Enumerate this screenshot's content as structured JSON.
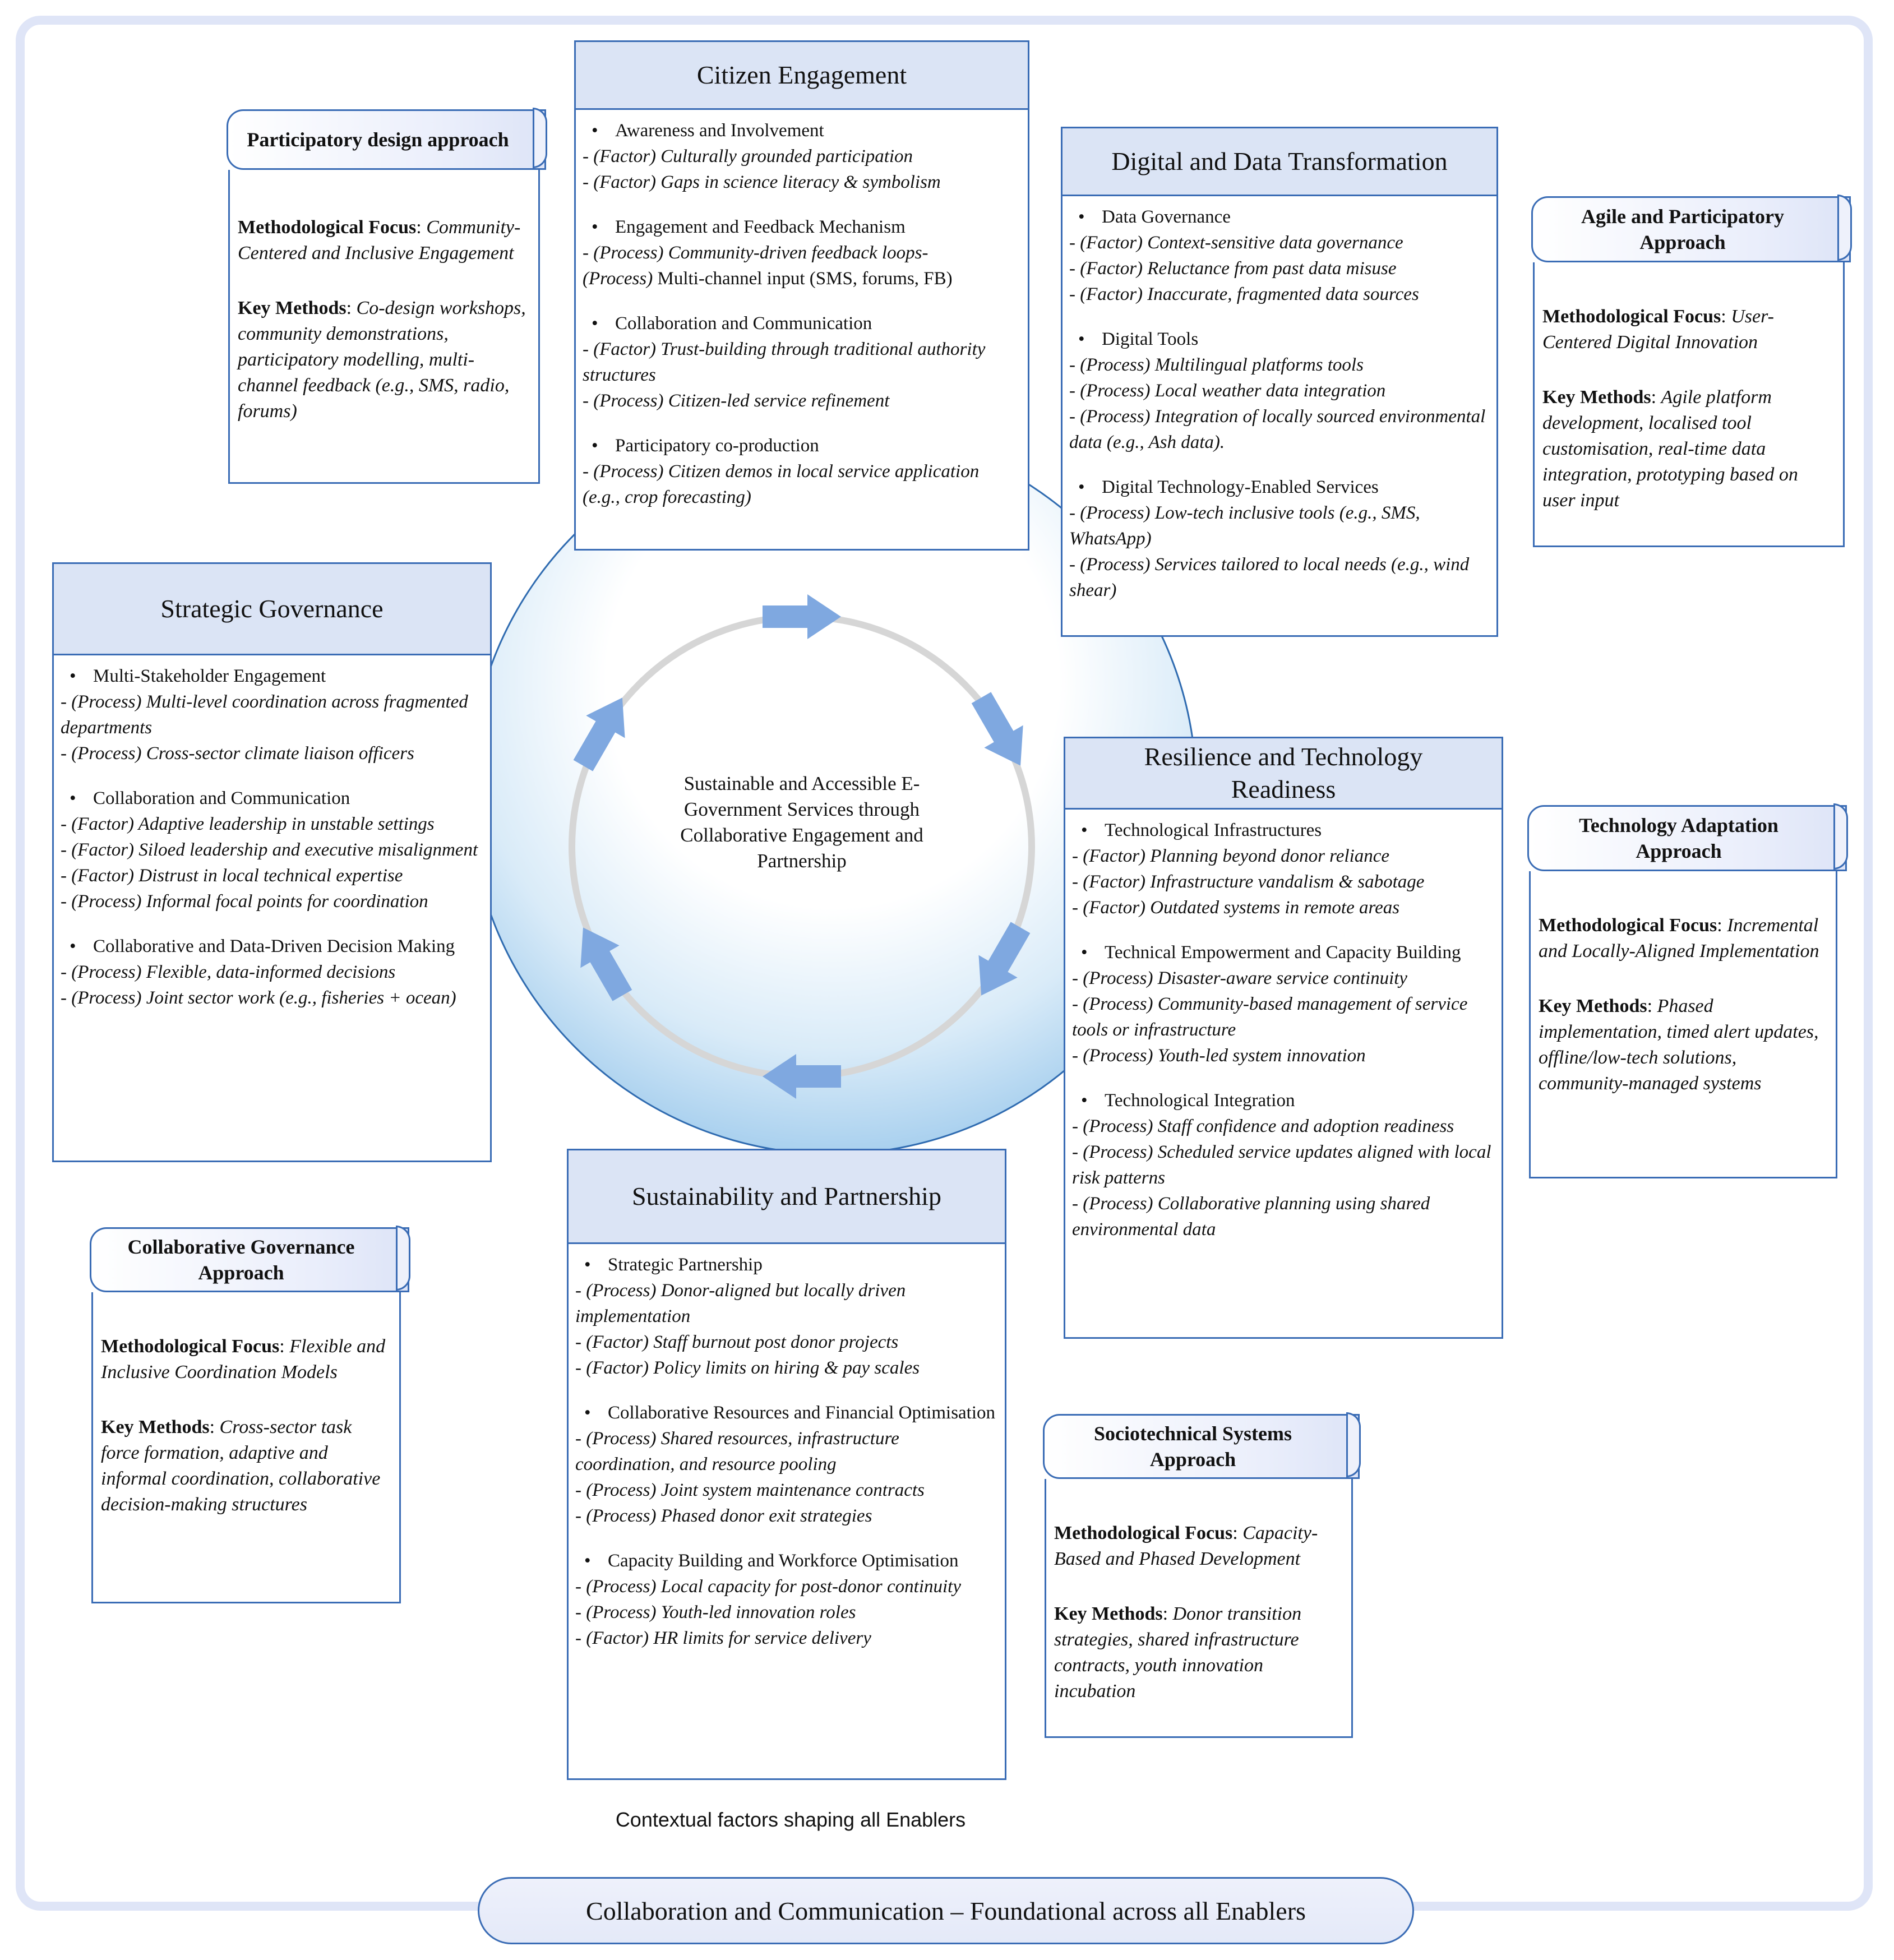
{
  "center_text": "Sustainable and Accessible E-Government Services through Collaborative Engagement and Partnership",
  "context_label": "Contextual factors shaping all Enablers",
  "foundation_label": "Collaboration and Communication – Foundational across all Enablers",
  "enablers": {
    "citizen": {
      "title": "Citizen Engagement",
      "sections": [
        {
          "cat": "Awareness and Involvement",
          "lines": [
            "- (Factor) Culturally grounded participation",
            "- (Factor) Gaps in science literacy & symbolism"
          ]
        },
        {
          "cat": "Engagement and Feedback Mechanism",
          "lines": [
            "- (Process) Community-driven feedback loops-",
            "(Process)",
            " Multi-channel input (SMS, forums, FB)"
          ]
        },
        {
          "cat": "Collaboration and Communication",
          "lines": [
            "- (Factor) Trust-building through traditional authority structures",
            "- (Process) Citizen-led service refinement"
          ]
        },
        {
          "cat": "Participatory co-production",
          "lines": [
            "- (Process) Citizen demos in local service application (e.g., crop forecasting)"
          ]
        }
      ]
    },
    "digital": {
      "title": "Digital and Data Transformation",
      "sections": [
        {
          "cat": "Data Governance",
          "lines": [
            "- (Factor) Context-sensitive data governance",
            "- (Factor) Reluctance from past data misuse",
            "- (Factor) Inaccurate, fragmented data sources"
          ]
        },
        {
          "cat": "Digital Tools",
          "lines": [
            "- (Process) Multilingual platforms tools",
            "- (Process) Local weather data integration",
            "- (Process) Integration of locally sourced environmental data (e.g., Ash data)."
          ]
        },
        {
          "cat": "Digital Technology-Enabled Services",
          "lines": [
            "- (Process) Low-tech inclusive tools (e.g., SMS, WhatsApp)",
            "- (Process) Services tailored to local needs (e.g., wind shear)"
          ]
        }
      ]
    },
    "strategic": {
      "title": "Strategic Governance",
      "sections": [
        {
          "cat": "Multi-Stakeholder Engagement",
          "lines": [
            "- (Process) Multi-level coordination across fragmented departments",
            "- (Process) Cross-sector climate liaison officers"
          ]
        },
        {
          "cat": "Collaboration and Communication",
          "lines": [
            "- (Factor) Adaptive leadership in unstable settings",
            "- (Factor) Siloed leadership and executive misalignment",
            "- (Factor) Distrust in local technical expertise",
            "- (Process) Informal focal points for coordination"
          ]
        },
        {
          "cat": "Collaborative and Data-Driven Decision Making",
          "lines": [
            "- (Process) Flexible, data-informed decisions",
            "- (Process) Joint sector work (e.g., fisheries + ocean)"
          ]
        }
      ]
    },
    "resilience": {
      "title": "Resilience and Technology Readiness",
      "sections": [
        {
          "cat": "Technological Infrastructures",
          "lines": [
            "- (Factor) Planning beyond donor reliance",
            "- (Factor) Infrastructure vandalism & sabotage",
            "- (Factor) Outdated systems in remote areas"
          ]
        },
        {
          "cat": "Technical Empowerment and Capacity Building",
          "lines": [
            "- (Process) Disaster-aware service continuity",
            "- (Process) Community-based management of service tools or infrastructure",
            "- (Process) Youth-led system innovation"
          ]
        },
        {
          "cat": "Technological Integration",
          "lines": [
            "- (Process) Staff confidence and adoption readiness",
            "- (Process) Scheduled service updates aligned with local risk patterns",
            "- (Process) Collaborative planning using shared environmental data"
          ]
        }
      ]
    },
    "sustain": {
      "title": "Sustainability and Partnership",
      "sections": [
        {
          "cat": "Strategic Partnership",
          "lines": [
            "- (Process) Donor-aligned but locally driven implementation",
            "- (Factor) Staff burnout post donor projects",
            "- (Factor) Policy limits on hiring & pay scales"
          ]
        },
        {
          "cat": "Collaborative Resources and Financial Optimisation",
          "lines": [
            "- (Process) Shared resources, infrastructure coordination, and resource pooling",
            "- (Process) Joint system maintenance contracts",
            "- (Process) Phased donor exit strategies"
          ]
        },
        {
          "cat": "Capacity Building and Workforce Optimisation",
          "lines": [
            "- (Process) Local capacity for post-donor continuity",
            "- (Process) Youth-led innovation roles",
            "- (Factor) HR limits for service delivery"
          ]
        }
      ]
    }
  },
  "approaches": {
    "participatory": {
      "title": "Participatory design approach",
      "focus_label": "Methodological Focus",
      "focus": "Community-Centered and Inclusive Engagement",
      "methods_label": "Key Methods",
      "methods": "Co-design workshops, community demonstrations, participatory modelling, multi-channel feedback (e.g., SMS, radio, forums)"
    },
    "agile": {
      "title": "Agile and Participatory Approach",
      "focus_label": "Methodological Focus",
      "focus": "User-Centered Digital Innovation",
      "methods_label": "Key Methods",
      "methods": "Agile platform development, localised tool customisation, real-time data integration, prototyping based on user input"
    },
    "techadapt": {
      "title": "Technology Adaptation Approach",
      "focus_label": "Methodological Focus",
      "focus": "Incremental and Locally-Aligned Implementation",
      "methods_label": "Key Methods",
      "methods": "Phased implementation, timed alert updates, offline/low-tech solutions, community-managed systems"
    },
    "collab": {
      "title": "Collaborative Governance Approach",
      "focus_label": "Methodological Focus",
      "focus": "Flexible and Inclusive Coordination Models",
      "methods_label": "Key Methods",
      "methods": "Cross-sector task force formation, adaptive and informal coordination, collaborative decision-making structures"
    },
    "socio": {
      "title": "Sociotechnical Systems Approach",
      "focus_label": "Methodological Focus",
      "focus": "Capacity-Based and Phased Development",
      "methods_label": "Key Methods",
      "methods": "Donor transition strategies, shared infrastructure contracts, youth innovation incubation"
    }
  }
}
